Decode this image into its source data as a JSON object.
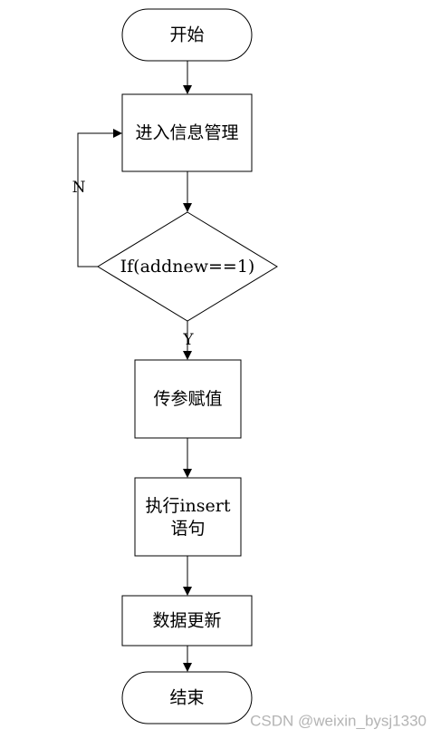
{
  "flowchart": {
    "start": {
      "label": "开始"
    },
    "enter_info": {
      "label": "进入信息管理"
    },
    "decision": {
      "label": "If(addnew==1)"
    },
    "assign_params": {
      "label": "传参赋值"
    },
    "exec_insert": {
      "line1": "执行insert",
      "line2": "语句"
    },
    "update_data": {
      "label": "数据更新"
    },
    "end": {
      "label": "结束"
    },
    "edges": {
      "no_label": "N",
      "yes_label": "Y"
    }
  },
  "watermark": {
    "text": "CSDN @weixin_bysj1330"
  },
  "colors": {
    "stroke": "#000000",
    "background": "#ffffff",
    "watermark": "#b4b4b4"
  }
}
